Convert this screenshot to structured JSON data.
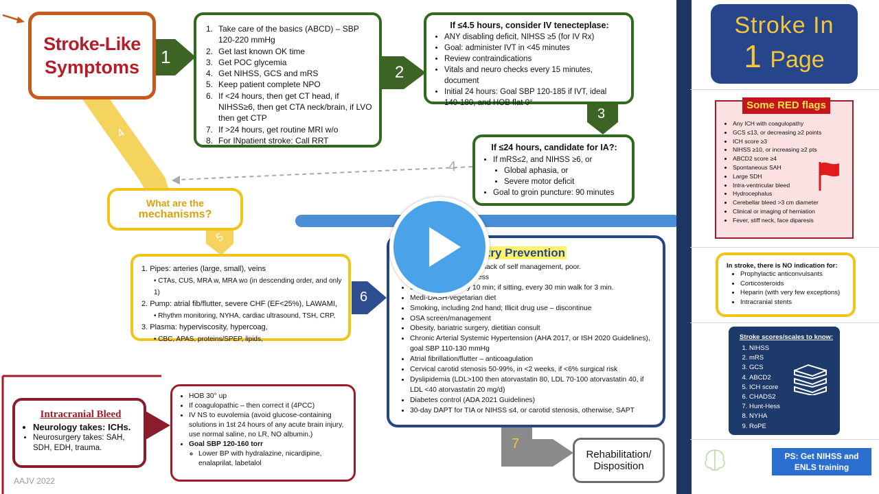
{
  "main": {
    "stroke_like": {
      "line1": "Stroke-Like",
      "line2": "Symptoms"
    },
    "steps": [
      "1",
      "2",
      "3",
      "4",
      "5",
      "6",
      "7"
    ],
    "step4_diag": "4",
    "box1": {
      "items": [
        [
          "1.",
          "Take care of the basics (ABCD) – SBP 120-220 mmHg"
        ],
        [
          "2.",
          "Get last known OK time"
        ],
        [
          "3.",
          "Get POC glycemia"
        ],
        [
          "4.",
          "Get NIHSS, GCS and mRS"
        ],
        [
          "5.",
          "Keep patient complete NPO"
        ],
        [
          "6.",
          "If <24 hours, then get CT head, if NIHSS≥6, then get CTA neck/brain, if LVO then get CTP"
        ],
        [
          "7.",
          "If >24 hours, get routine MRI w/o"
        ],
        [
          "8.",
          "For INpatient stroke: Call RRT"
        ]
      ]
    },
    "box2": {
      "title": "If ≤4.5 hours, consider IV tenecteplase:",
      "items": [
        "ANY disabling deficit, NIHSS ≥5 (for IV Rx)",
        "Goal: administer IVT in <45 minutes",
        "Review contraindications",
        "Vitals and neuro checks every 15 minutes, document",
        "Initial 24 hours: Goal SBP 120-185 if IVT, ideal 140-180, and HOB flat 0°"
      ]
    },
    "box3": {
      "title": "If ≤24 hours, candidate for IA?:",
      "items": [
        "If mRS≤2, and NIHSS ≥6, or",
        "Global aphasia, or",
        "Severe motor deficit",
        "Goal to groin puncture: 90 minutes"
      ]
    },
    "mechanisms": {
      "line1": "What are the",
      "line2": "mechanisms?"
    },
    "pipes": {
      "items": [
        "1. Pipes: arteries (large, small), veins",
        "CTAs, CUS, MRA w, MRA wo (in descending order, and only 1)",
        "2. Pump: atrial fib/flutter, severe CHF (EF<25%), LAWAMI,",
        "Rhythm monitoring, NYHA, cardiac ultrasound, TSH, CRP,",
        "3. Plasma: hyperviscosity, hypercoag,",
        "CBC, APAS, proteins/SPEP, lipids,"
      ]
    },
    "prevention": {
      "title": "2ry Prevention",
      "items": [
        "…on), un-engagement, lack of self management, poor.",
        "…depression / loneliness",
        "Se… exercise daily 10 min; if sitting, every 30 min walk for 3 min.",
        "Medi-DASH-vegetarian diet",
        "Smoking, including 2nd hand; Illicit drug use – discontinue",
        "OSA screen/management",
        "Obesity, bariatric surgery, dietitian consult",
        "Chronic Arterial Systemic Hypertension (AHA 2017, or ISH 2020 Guidelines), goal SBP 110-130 mmHg",
        "Atrial fibrillation/flutter – anticoagulation",
        "Cervical carotid stenosis 50-99%, in <2 weeks, if <6% surgical risk",
        "Dyslipidemia (LDL>100 then atorvastatin 80, LDL 70-100 atorvastatin 40, if LDL <40 atorvastatin 20 mg/d)",
        "Diabetes control (ADA 2021 Guidelines)",
        "30-day DAPT for TIA or NIHSS ≤4, or carotid stenosis, otherwise, SAPT"
      ]
    },
    "ich": {
      "title": "Intracranial Bleed",
      "neurology": "Neurology takes: ICHs.",
      "neurosurgery": "Neurosurgery takes: SAH, SDH, EDH, trauma."
    },
    "ich_mgmt": {
      "items": [
        "HOB 30° up",
        "If coagulopathic – then correct it (4PCC)",
        "IV NS to euvolemia (avoid glucose-containing solutions in 1st 24 hours of any acute brain injury, use normal saline, no LR, NO albumin.)",
        "Goal SBP 120-160 torr",
        "Lower BP with hydralazine, nicardipine, enalaprilat, labetalol"
      ]
    },
    "rehab": {
      "line1": "Rehabilitation/",
      "line2": "Disposition"
    },
    "footer": "AAJV 2022"
  },
  "sidebar": {
    "title1": "Stroke In",
    "title2_num": "1",
    "title2_word": "Page",
    "red_flags": {
      "title": "Some RED flags",
      "items": [
        "Any ICH with coagulopathy",
        "GCS ≤13, or decreasing ≥2 points",
        "ICH score ≥3",
        "NIHSS ≥10, or increasing ≥2 pts",
        "ABCD2 score ≥4",
        "Spontaneous SAH",
        "Large SDH",
        "Intra-ventricular bleed",
        "Hydrocephalus",
        "Cerebellar bleed >3 cm diameter",
        "Clinical or imaging of herniation",
        "Fever, stiff neck, face diparesis"
      ]
    },
    "no_indication": {
      "title": "In stroke, there is NO indication for:",
      "items": [
        "Prophylactic anticonvulsants",
        "Corticosteroids",
        "Heparin (with very few exceptions)",
        "Intracranial stents"
      ]
    },
    "scores": {
      "title": "Stroke scores/scales to know:",
      "items": [
        "NIHSS",
        "mRS",
        "GCS",
        "ABCD2",
        "ICH score",
        "CHADS2",
        "Hunt-Hess",
        "NYHA",
        "RoPE"
      ]
    },
    "ps": "PS: Get NIHSS and ENLS training"
  },
  "colors": {
    "green": "#2e6b1f",
    "orange": "#c65a1d",
    "yellow": "#f0c419",
    "navy": "#27458a",
    "red": "#a01c2a",
    "play": "#4aa3e8"
  }
}
